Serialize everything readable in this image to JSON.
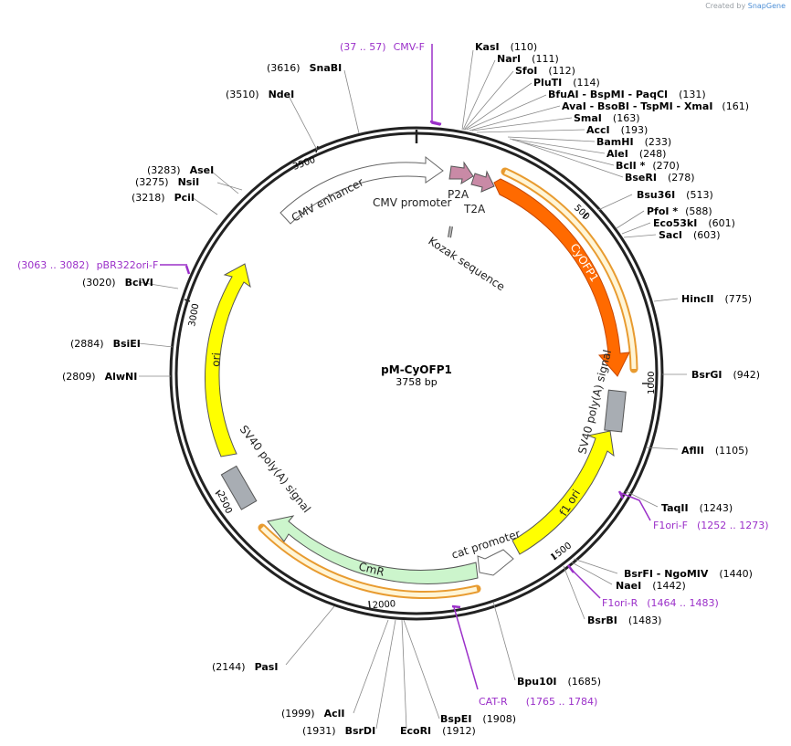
{
  "credit": {
    "prefix": "Created by",
    "brand": "SnapGene"
  },
  "plasmid": {
    "name": "pM-CyOFP1",
    "length_label": "3758 bp",
    "length": 3758
  },
  "ticks": [
    "500",
    "1000",
    "1500",
    "2000",
    "2500",
    "3000",
    "3500"
  ],
  "enzymes": [
    {
      "name": "KasI",
      "pos": "(110)"
    },
    {
      "name": "NarI",
      "pos": "(111)"
    },
    {
      "name": "SfoI",
      "pos": "(112)"
    },
    {
      "name": "PluTI",
      "pos": "(114)"
    },
    {
      "name": "BfuAI - BspMI - PaqCI",
      "pos": "(131)"
    },
    {
      "name": "AvaI - BsoBI - TspMI - XmaI",
      "pos": "(161)"
    },
    {
      "name": "SmaI",
      "pos": "(163)"
    },
    {
      "name": "AccI",
      "pos": "(193)"
    },
    {
      "name": "BamHI",
      "pos": "(233)"
    },
    {
      "name": "AleI",
      "pos": "(248)"
    },
    {
      "name": "BclI *",
      "pos": "(270)"
    },
    {
      "name": "BseRI",
      "pos": "(278)"
    },
    {
      "name": "Bsu36I",
      "pos": "(513)"
    },
    {
      "name": "PfoI *",
      "pos": "(588)"
    },
    {
      "name": "Eco53kI",
      "pos": "(601)"
    },
    {
      "name": "SacI",
      "pos": "(603)"
    },
    {
      "name": "HincII",
      "pos": "(775)"
    },
    {
      "name": "BsrGI",
      "pos": "(942)"
    },
    {
      "name": "AflII",
      "pos": "(1105)"
    },
    {
      "name": "TaqII",
      "pos": "(1243)"
    },
    {
      "name": "BsrFI - NgoMIV",
      "pos": "(1440)"
    },
    {
      "name": "NaeI",
      "pos": "(1442)"
    },
    {
      "name": "BsrBI",
      "pos": "(1483)"
    },
    {
      "name": "Bpu10I",
      "pos": "(1685)"
    },
    {
      "name": "BspEI",
      "pos": "(1908)"
    },
    {
      "name": "EcoRI",
      "pos": "(1912)"
    },
    {
      "name": "BsrDI",
      "pos": "(1931)"
    },
    {
      "name": "AclI",
      "pos": "(1999)"
    },
    {
      "name": "PasI",
      "pos": "(2144)"
    },
    {
      "name": "AlwNI",
      "pos": "(2809)"
    },
    {
      "name": "BsiEI",
      "pos": "(2884)"
    },
    {
      "name": "BciVI",
      "pos": "(3020)"
    },
    {
      "name": "PciI",
      "pos": "(3218)"
    },
    {
      "name": "NsiI",
      "pos": "(3275)"
    },
    {
      "name": "AseI",
      "pos": "(3283)"
    },
    {
      "name": "NdeI",
      "pos": "(3510)"
    },
    {
      "name": "SnaBI",
      "pos": "(3616)"
    }
  ],
  "primers": [
    {
      "range": "(37 .. 57)",
      "name": "CMV-F"
    },
    {
      "name": "F1ori-F",
      "range": "(1252 .. 1273)"
    },
    {
      "name": "F1ori-R",
      "range": "(1464 .. 1483)"
    },
    {
      "name": "CAT-R",
      "range": "(1765 .. 1784)"
    },
    {
      "range": "(3063 .. 3082)",
      "name": "pBR322ori-F"
    }
  ],
  "features": [
    {
      "name": "CMV enhancer"
    },
    {
      "name": "CMV promoter"
    },
    {
      "name": "P2A"
    },
    {
      "name": "T2A"
    },
    {
      "name": "Kozak sequence"
    },
    {
      "name": "CyOFP1"
    },
    {
      "name": "SV40 poly(A) signal"
    },
    {
      "name": "f1 ori"
    },
    {
      "name": "cat promoter"
    },
    {
      "name": "CmR"
    },
    {
      "name": "SV40 poly(A) signal"
    },
    {
      "name": "ori"
    }
  ],
  "colors": {
    "backbone": "#222222",
    "cyofp1": "#ff6a00",
    "yellow": "#ffff00",
    "cmr": "#ccf5cc",
    "polya": "#a8adb3",
    "p2a": "#c98aa6",
    "primer": "#9b30c9",
    "orange_outline": "#e89b30"
  }
}
